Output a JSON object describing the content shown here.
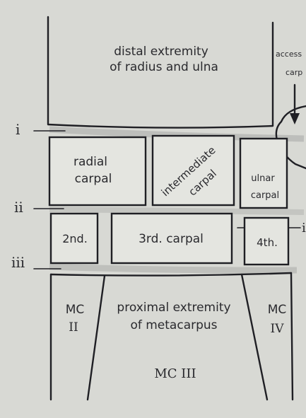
{
  "regions": {
    "radius_ulna": [
      "distal extremity",
      "of radius and ulna"
    ],
    "accessory": [
      "access",
      "carp"
    ],
    "radial_carpal": [
      "radial",
      "carpal"
    ],
    "intermediate_carpal": [
      "intermediate",
      "carpal"
    ],
    "ulnar_carpal": [
      "ulnar",
      "carpal"
    ],
    "second_carpal": "2nd.",
    "third_carpal": "3rd. carpal",
    "fourth_carpal": "4th.",
    "mc2": [
      "MC",
      "II"
    ],
    "mc4": [
      "MC",
      "IV"
    ],
    "metacarpus": [
      "proximal extremity",
      "of metacarpus"
    ],
    "mc3": "MC III"
  },
  "joint_labels": {
    "i": "i",
    "ii": "ii",
    "iii": "iii",
    "right_edge": "i"
  }
}
